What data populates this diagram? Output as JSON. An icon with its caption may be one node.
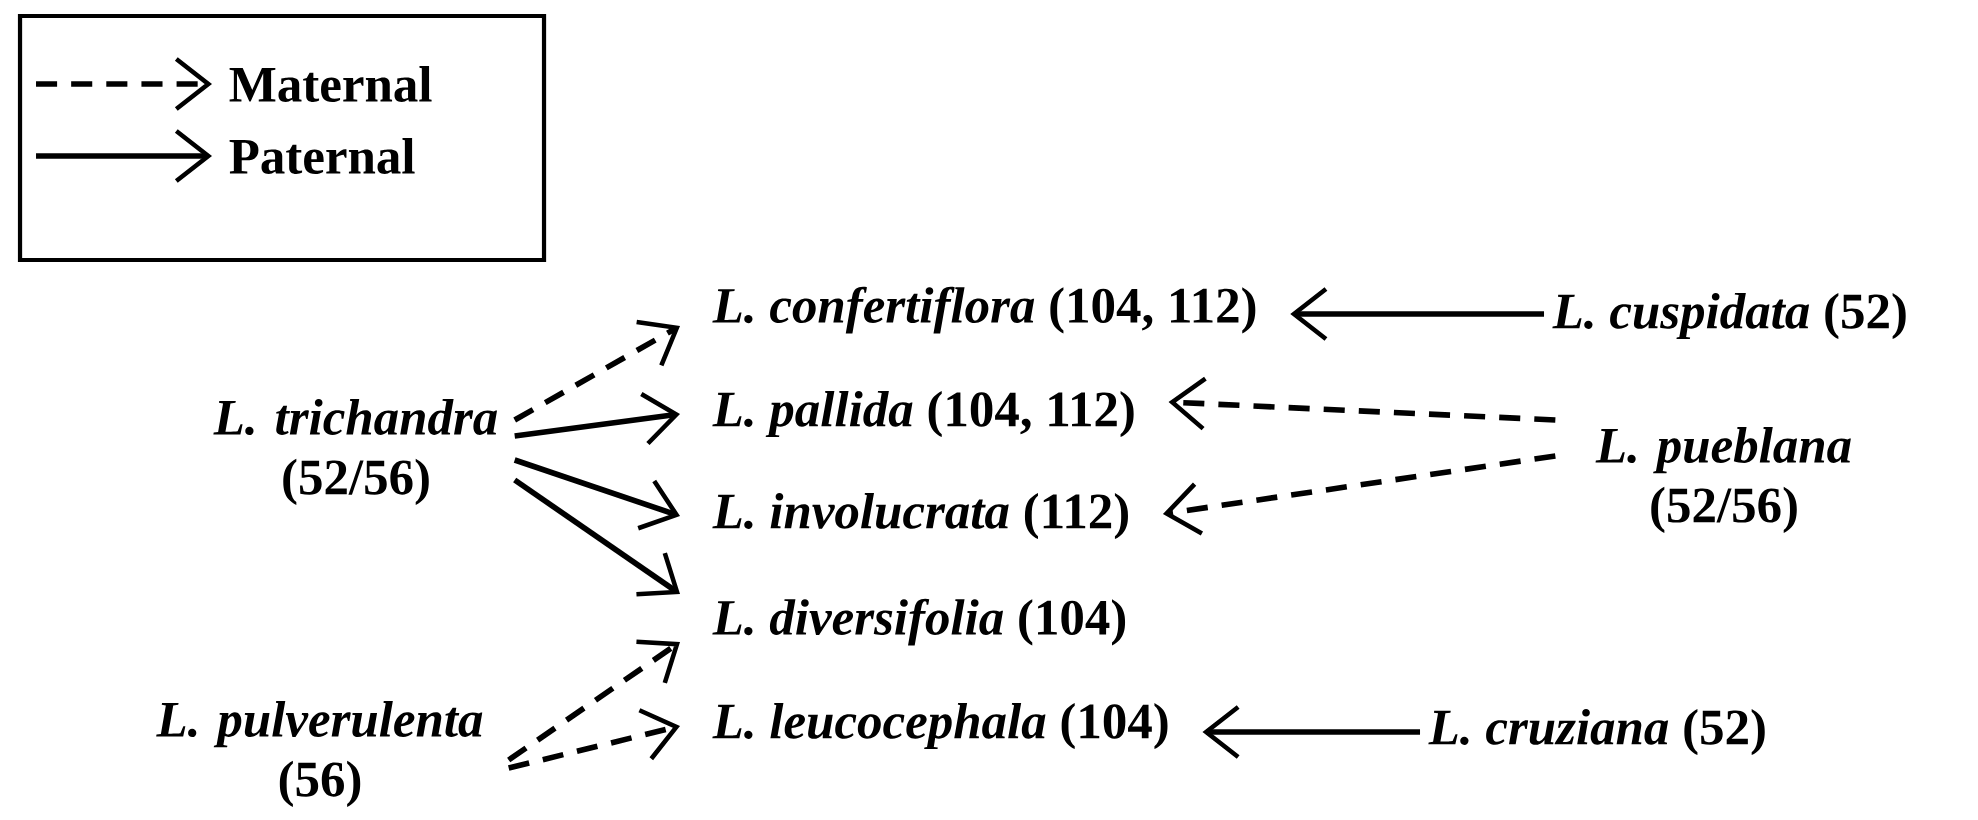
{
  "diagram": {
    "nodes": [
      {
        "text": [
          "*L. trichandra* (52/56)"
        ]
      },
      {
        "text": [
          "*L. pulverulenta* (56)"
        ]
      },
      {
        "text": [
          "*L. confertiflora* (104, 112)"
        ]
      },
      {
        "text": [
          "*L. pallida* (104, 112)"
        ]
      },
      {
        "text": [
          "*L. involucrata* (112)"
        ]
      },
      {
        "text": [
          "*L. diversifolia* (104)"
        ]
      },
      {
        "text": [
          "*L. leucocephala* (104)"
        ]
      },
      {
        "text": [
          "*L. cuspidata* (52)"
        ]
      },
      {
        "text": [
          "*L. pueblana* (52/56)"
        ]
      },
      {
        "text": [
          "*L. cruziana* (52)"
        ]
      }
    ],
    "edges": [
      {
        "from": 0,
        "to": 2,
        "arrow": "to",
        "style": "dashed"
      },
      {
        "from": 0,
        "to": 3,
        "arrow": "to"
      },
      {
        "from": 0,
        "to": 4,
        "arrow": "to"
      },
      {
        "from": 0,
        "to": 5,
        "arrow": "to"
      },
      {
        "from": 1,
        "to": 5,
        "arrow": "to",
        "style": "dashed"
      },
      {
        "from": 1,
        "to": 6,
        "arrow": "to",
        "style": "dashed"
      },
      {
        "from": 7,
        "to": 2,
        "arrow": "to"
      },
      {
        "from": 8,
        "to": 3,
        "arrow": "to",
        "style": "dashed"
      },
      {
        "from": 8,
        "to": 4,
        "arrow": "to",
        "style": "dashed"
      },
      {
        "from": 9,
        "to": 6,
        "arrow": "to"
      }
    ],
    "legend": [
      {
        "text": "Maternal"
      },
      {
        "text": "Paternal"
      }
    ]
  }
}
